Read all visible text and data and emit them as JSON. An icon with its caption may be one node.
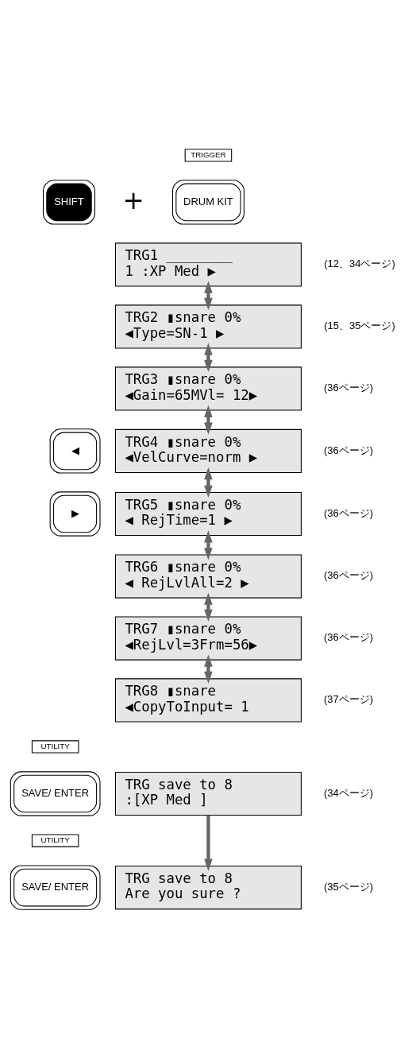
{
  "diagram": {
    "nodes": [
      {
        "text": [
          "TRIGGER"
        ]
      },
      {
        "text": [
          "SHIFT"
        ]
      },
      {
        "text": [
          "DRUM KIT"
        ]
      },
      {
        "text": [
          "TRG1 ________",
          "1 :XP Med ▶"
        ],
        "beside": [
          "(12、34ページ)"
        ]
      },
      {
        "text": [
          "TRG2 ▮snare 0%",
          "◀Type=SN-1 ▶"
        ],
        "beside": [
          "(15、35ページ)"
        ]
      },
      {
        "text": [
          "TRG3 ▮snare 0%",
          "◀Gain=65MVl= 12▶"
        ],
        "beside": [
          "(36ページ)"
        ]
      },
      {
        "text": [
          "TRG4 ▮snare 0%",
          "◀VelCurve=norm ▶"
        ],
        "beside": [
          "(36ページ)"
        ]
      },
      {
        "text": [
          "TRG5 ▮snare 0%",
          "◀ RejTime=1 ▶"
        ],
        "beside": [
          "(36ページ)"
        ]
      },
      {
        "text": [
          "TRG6 ▮snare 0%",
          "◀ RejLvlAll=2 ▶"
        ],
        "beside": [
          "(36ページ)"
        ]
      },
      {
        "text": [
          "TRG7 ▮snare 0%",
          "◀RejLvl=3Frm=56▶"
        ],
        "beside": [
          "(36ページ)"
        ]
      },
      {
        "text": [
          "TRG8 ▮snare",
          "◀CopyToInput= 1"
        ],
        "beside": [
          "(37ページ)"
        ]
      },
      {
        "text": [
          "◀"
        ]
      },
      {
        "text": [
          "▶"
        ]
      },
      {
        "text": [
          "UTILITY"
        ]
      },
      {
        "text": [
          "SAVE/ ENTER"
        ]
      },
      {
        "text": [
          "TRG save to 8",
          ":[XP Med ]"
        ],
        "beside": [
          "(34ページ)"
        ]
      },
      {
        "text": [
          "UTILITY"
        ]
      },
      {
        "text": [
          "SAVE/ ENTER"
        ]
      },
      {
        "text": [
          "TRG save to 8",
          "Are you sure ?"
        ],
        "beside": [
          "(35ページ)"
        ]
      }
    ],
    "edges": [
      {
        "from": 3,
        "to": 4,
        "arrow": "both"
      },
      {
        "from": 4,
        "to": 5,
        "arrow": "both"
      },
      {
        "from": 5,
        "to": 6,
        "arrow": "both"
      },
      {
        "from": 6,
        "to": 7,
        "arrow": "both"
      },
      {
        "from": 7,
        "to": 8,
        "arrow": "both"
      },
      {
        "from": 8,
        "to": 9,
        "arrow": "both"
      },
      {
        "from": 9,
        "to": 10,
        "arrow": "both"
      },
      {
        "from": 15,
        "to": 18,
        "arrow": "to"
      }
    ],
    "labels": [
      "+"
    ]
  }
}
